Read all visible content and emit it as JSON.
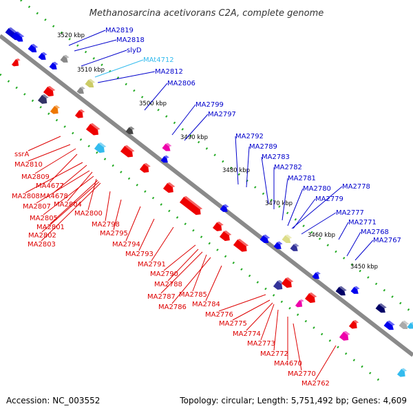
{
  "title": "Methanosarcina acetivorans C2A, complete genome",
  "footer": {
    "accession": "Accession: NC_003552",
    "info": "Topology: circular; Length: 5,751,492 bp; Genes: 4,609"
  },
  "colors": {
    "plus_strand": "#0000ee",
    "minus_strand": "#ee0000",
    "highlight": "#33bbee",
    "backbone": "#888888",
    "tick": "#22aa22"
  },
  "kbp_ticks": [
    "3520 kbp",
    "3510 kbp",
    "3500 kbp",
    "3490 kbp",
    "3480 kbp",
    "3470 kbp",
    "3460 kbp",
    "3450 kbp"
  ],
  "plus_labels": [
    "MA2819",
    "MA2818",
    "slyD",
    "MAt4712",
    "MA2812",
    "MA2806",
    "MA2799",
    "MA2797",
    "MA2792",
    "MA2789",
    "MA2783",
    "MA2782",
    "MA2781",
    "MA2780",
    "MA2778",
    "MA2779",
    "MA2777",
    "MA2771",
    "MA2768",
    "MA2767"
  ],
  "minus_labels": [
    "ssrA",
    "MA2810",
    "MA2809",
    "MA4677",
    "MA2808",
    "MA4678",
    "MA2807",
    "MA2804",
    "MA2805",
    "MA2800",
    "MA2801",
    "MA2798",
    "MA2802",
    "MA2795",
    "MA2803",
    "MA2794",
    "MA2793",
    "MA2791",
    "MA2790",
    "MA2788",
    "MA2787",
    "MA2785",
    "MA2786",
    "MA2784",
    "MA2776",
    "MA2775",
    "MA2774",
    "MA2773",
    "MA2772",
    "MA4670",
    "MA2770",
    "MA2762"
  ]
}
